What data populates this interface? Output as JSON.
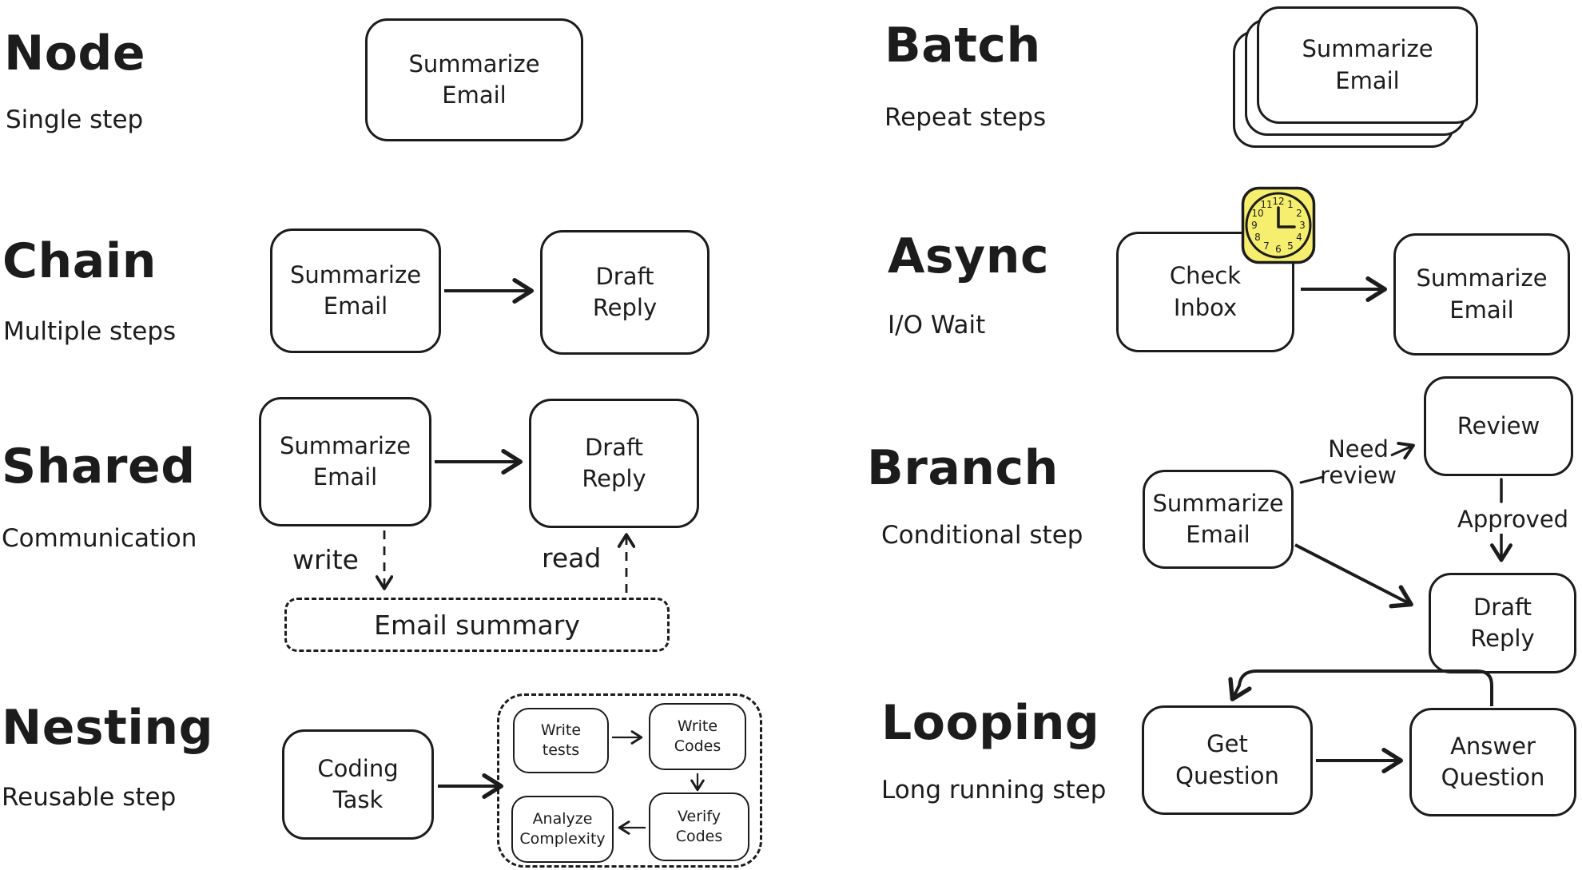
{
  "colors": {
    "ink": "#1c1c1c",
    "background": "#ffffff",
    "clock_fill": "#f5ee6e"
  },
  "sections": {
    "node": {
      "title": "Node",
      "subtitle": "Single step",
      "box": "Summarize\nEmail"
    },
    "chain": {
      "title": "Chain",
      "subtitle": "Multiple steps",
      "box1": "Summarize\nEmail",
      "box2": "Draft\nReply"
    },
    "shared": {
      "title": "Shared",
      "subtitle": "Communication",
      "box1": "Summarize\nEmail",
      "box2": "Draft\nReply",
      "write_label": "write",
      "read_label": "read",
      "store": "Email summary"
    },
    "nesting": {
      "title": "Nesting",
      "subtitle": "Reusable step",
      "box": "Coding\nTask",
      "inner_top_left": "Write\ntests",
      "inner_top_right": "Write\nCodes",
      "inner_bottom_left": "Analyze\nComplexity",
      "inner_bottom_right": "Verify\nCodes"
    },
    "batch": {
      "title": "Batch",
      "subtitle": "Repeat steps",
      "box": "Summarize\nEmail"
    },
    "async": {
      "title": "Async",
      "subtitle": "I/O Wait",
      "box1": "Check\nInbox",
      "box2": "Summarize\nEmail",
      "clock_numerals": [
        "12",
        "1",
        "2",
        "3",
        "4",
        "5",
        "6",
        "7",
        "8",
        "9",
        "10",
        "11"
      ]
    },
    "branch": {
      "title": "Branch",
      "subtitle": "Conditional step",
      "box1": "Summarize\nEmail",
      "box2": "Review",
      "box3": "Draft\nReply",
      "edge_need_review": "Need\nreview",
      "edge_approved": "Approved"
    },
    "looping": {
      "title": "Looping",
      "subtitle": "Long running step",
      "box1": "Get\nQuestion",
      "box2": "Answer\nQuestion"
    }
  }
}
